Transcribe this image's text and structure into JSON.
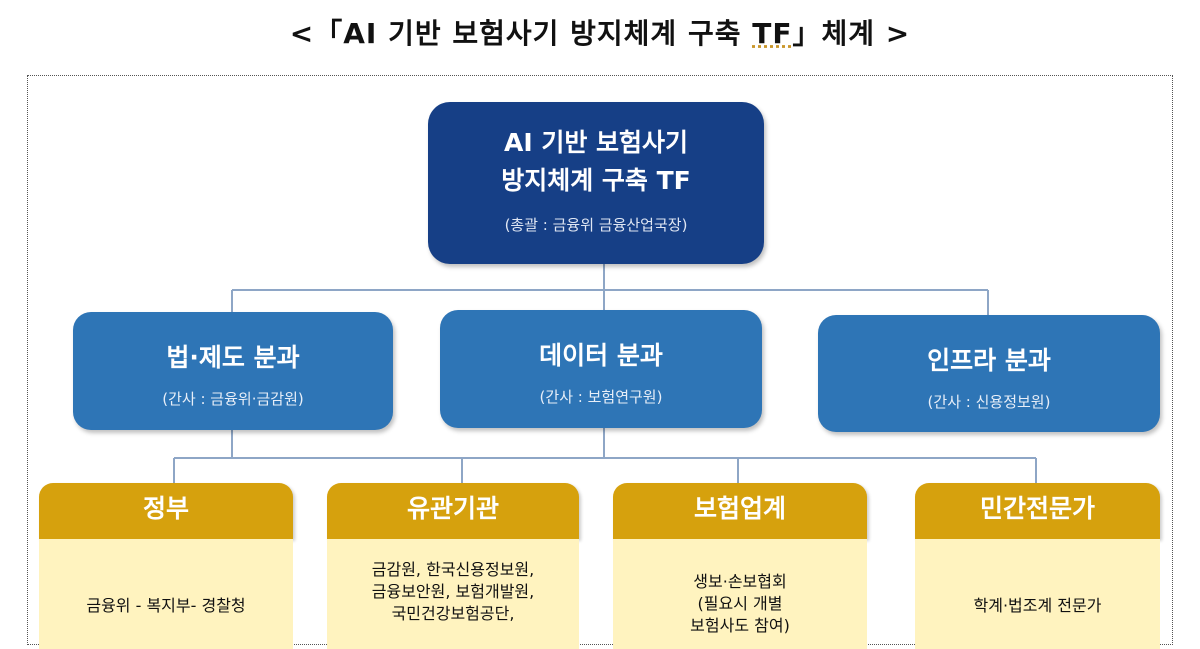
{
  "title_parts": {
    "prefix": "<「AI 기반 보험사기 방지체계 구축 ",
    "underlined": "TF",
    "suffix": "」체계 >"
  },
  "root": {
    "line1": "AI 기반 보험사기",
    "line2": "방지체계 구축 TF",
    "sub": "(총괄 : 금융위 금융산업국장)",
    "color": "#163f86"
  },
  "divisions": [
    {
      "name": "법·제도 분과",
      "sub": "(간사 : 금융위·금감원)"
    },
    {
      "name": "데이터 분과",
      "sub": "(간사 : 보험연구원)"
    },
    {
      "name": "인프라 분과",
      "sub": "(간사 : 신용정보원)"
    }
  ],
  "division_color": "#2e75b6",
  "participants": [
    {
      "name": "정부",
      "lines": [
        "금융위 - 복지부- 경찰청"
      ]
    },
    {
      "name": "유관기관",
      "lines": [
        "금감원, 한국신용정보원,",
        "금융보안원, 보험개발원,",
        "국민건강보험공단,"
      ]
    },
    {
      "name": "보험업계",
      "lines": [
        "생보·손보협회",
        "(필요시 개별",
        "보험사도 참여)"
      ]
    },
    {
      "name": "민간전문가",
      "lines": [
        "학계·법조계 전문가"
      ]
    }
  ],
  "participant_head_color": "#d6a10d",
  "participant_body_color": "#fff3bf"
}
